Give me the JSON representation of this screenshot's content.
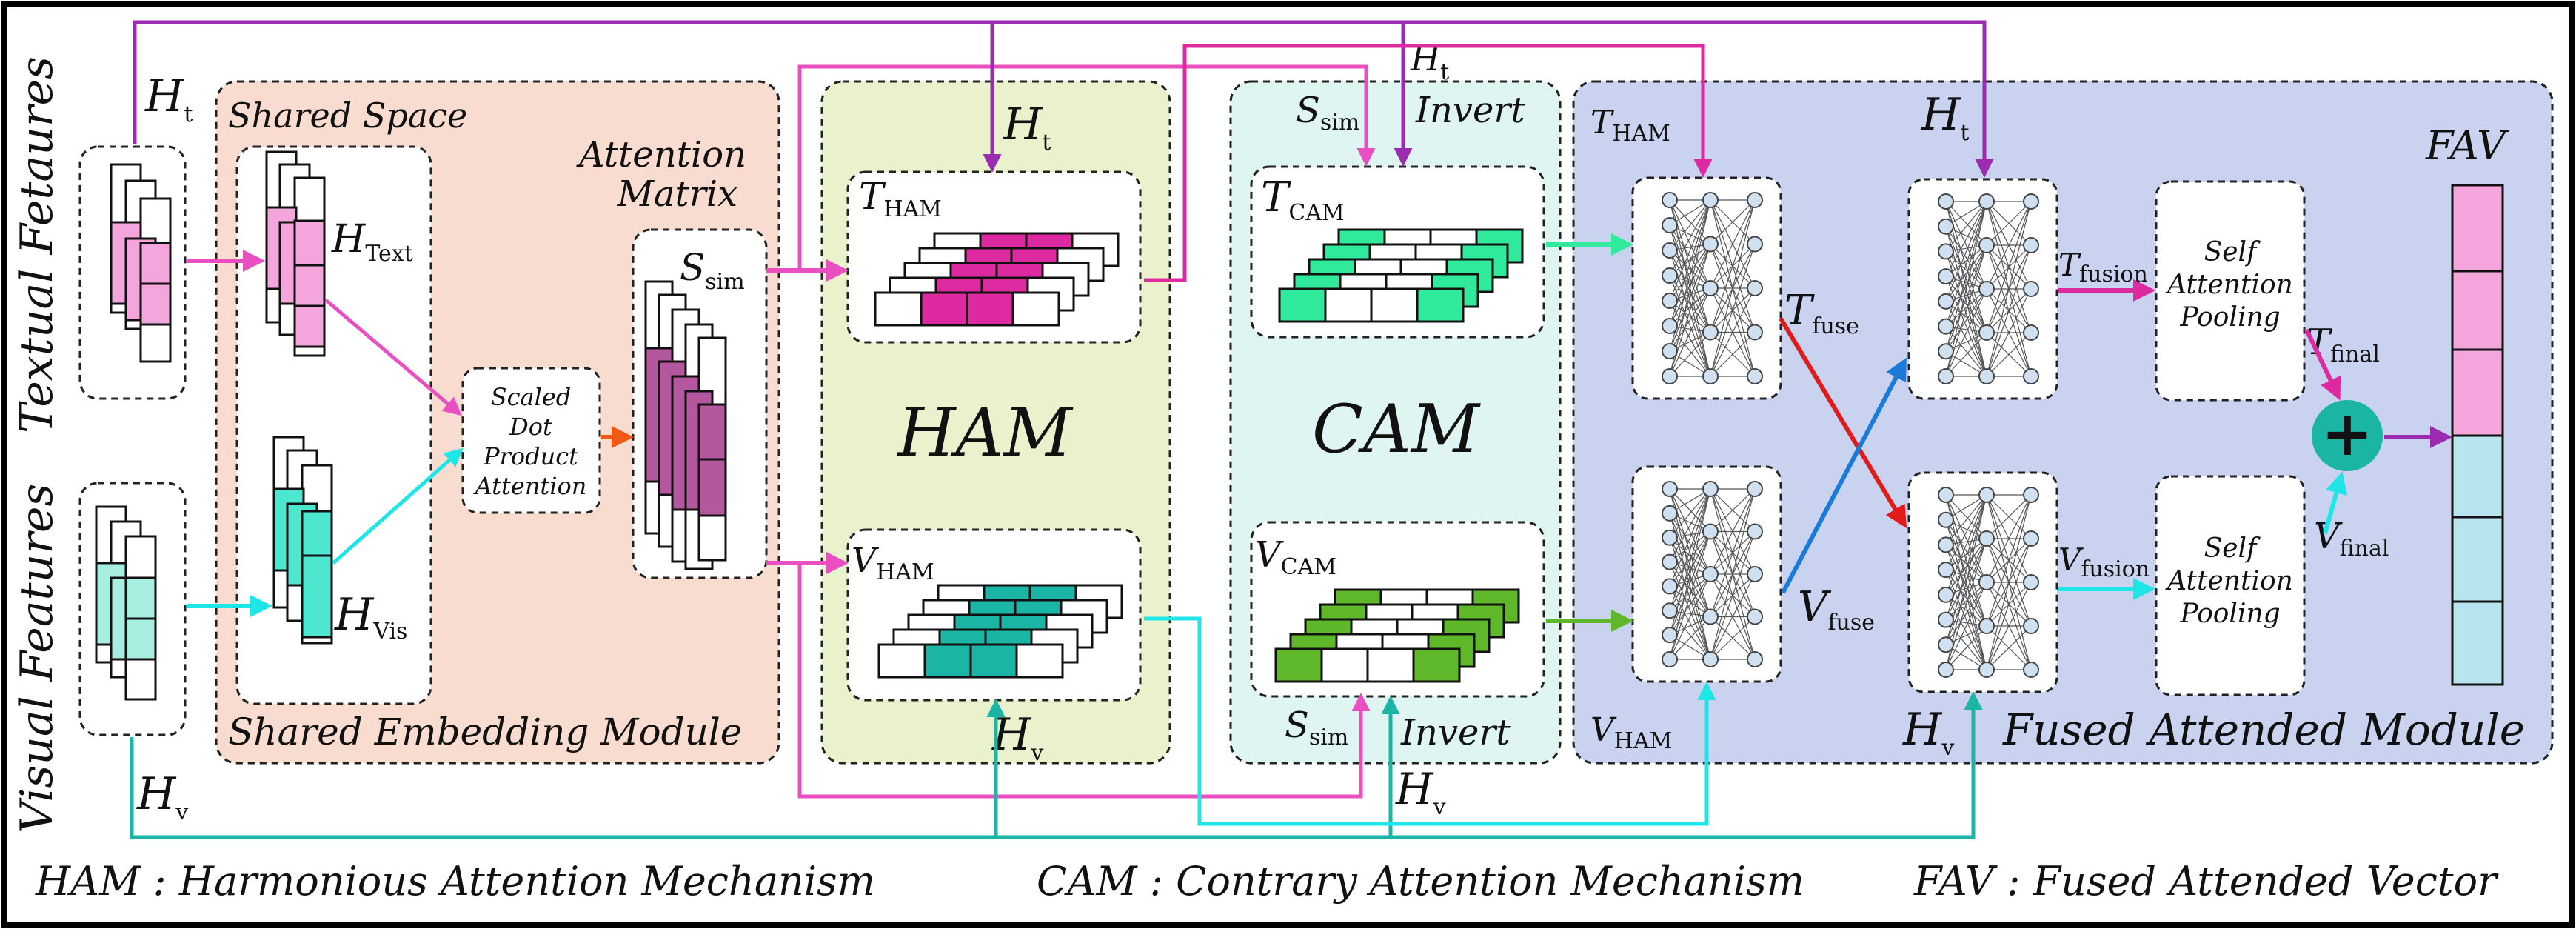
{
  "colors": {
    "pink": "#ea4fc2",
    "teal": "#1bb5a5",
    "purple": "#9b2bb0",
    "magenta": "#dd2aa0",
    "cyan": "#1fe6e6",
    "green": "#5fb82a",
    "mint": "#2eea9a",
    "red": "#e21a1a",
    "blue": "#1a7ad9",
    "orange": "#f05a14",
    "sem_bg": "#f8dccf",
    "ham_bg": "#e9f2cc",
    "cam_bg": "#dff5f1",
    "fam_bg": "#c9d3ef"
  },
  "side": {
    "textual": "Textual Fetaures",
    "visual": "Visual Features"
  },
  "inputs": {
    "ht": "H",
    "ht_sub": "t",
    "hv": "H",
    "hv_sub": "v"
  },
  "sem": {
    "shared_space": "Shared Space",
    "htext": "H",
    "htext_sub": "Text",
    "hvis": "H",
    "hvis_sub": "Vis",
    "scaled_line1": "Scaled",
    "scaled_line2": "Dot",
    "scaled_line3": "Product",
    "scaled_line4": "Attention",
    "att_line1": "Attention",
    "att_line2": "Matrix",
    "ssim": "S",
    "ssim_sub": "sim",
    "module": "Shared Embedding Module"
  },
  "ham": {
    "ht": "H",
    "ht_sub": "t",
    "tham": "T",
    "tham_sub": "HAM",
    "title": "HAM",
    "vham": "V",
    "vham_sub": "HAM",
    "hv": "H",
    "hv_sub": "v"
  },
  "cam": {
    "ssim_top": "S",
    "ssim_top_sub": "sim",
    "invert_top": "Invert",
    "ht": "H",
    "ht_sub": "t",
    "tcam": "T",
    "tcam_sub": "CAM",
    "title": "CAM",
    "vcam": "V",
    "vcam_sub": "CAM",
    "ssim_bot": "S",
    "ssim_bot_sub": "sim",
    "invert_bot": "Invert",
    "hv": "H",
    "hv_sub": "v"
  },
  "fam": {
    "tham": "T",
    "tham_sub": "HAM",
    "ht": "H",
    "ht_sub": "t",
    "tfuse": "T",
    "tfuse_sub": "fuse",
    "vfuse": "V",
    "vfuse_sub": "fuse",
    "tfusion": "T",
    "tfusion_sub": "fusion",
    "vfusion": "V",
    "vfusion_sub": "fusion",
    "sap_line1": "Self",
    "sap_line2": "Attention",
    "sap_line3": "Pooling",
    "tfinal": "T",
    "tfinal_sub": "final",
    "vfinal": "V",
    "vfinal_sub": "final",
    "plus": "+",
    "fav": "FAV",
    "vham": "V",
    "vham_sub": "HAM",
    "hv": "H",
    "hv_sub": "v",
    "module": "Fused Attended Module"
  },
  "legend": {
    "ham": "HAM : Harmonious Attention Mechanism",
    "cam": "CAM : Contrary Attention Mechanism",
    "fav": "FAV : Fused Attended Vector"
  }
}
